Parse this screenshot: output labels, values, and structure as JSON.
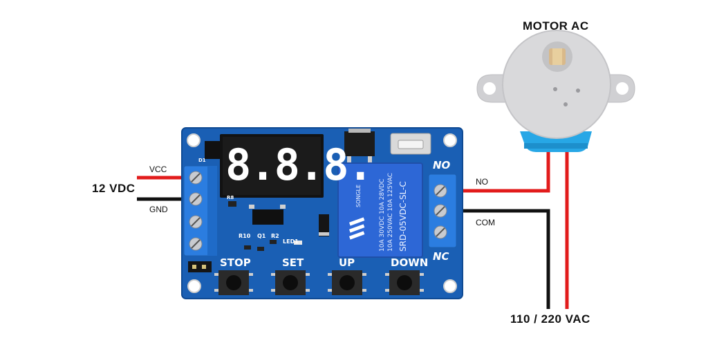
{
  "diagram": {
    "motor_label": "MOTOR AC",
    "supply_label": "12 VDC",
    "vcc_label": "VCC",
    "gnd_label": "GND",
    "no_wire_label": "NO",
    "com_wire_label": "COM",
    "ac_label": "110 / 220 VAC"
  },
  "board": {
    "buttons": [
      "STOP",
      "SET",
      "UP",
      "DOWN"
    ],
    "terminal_no": "NO",
    "terminal_nc": "NC",
    "display": "8.8.8.",
    "relay_model": "SRD-05VDC-SL-C",
    "relay_brand": "SONGLE",
    "relay_rating_1": "10A 250VAC  10A 125VAC",
    "relay_rating_2": "10A 30VDC  10A 28VDC",
    "silk": {
      "r10": "R10",
      "q1": "Q1",
      "r2": "R2",
      "led1": "LED1",
      "d1": "D1",
      "r8": "R8"
    }
  },
  "colors": {
    "pcb": "#1a5fb4",
    "pcb_dark": "#0f4a93",
    "terminal": "#2b7de0",
    "wire_red": "#e21b1b",
    "wire_black": "#111111",
    "motor_body": "#d7d7d9",
    "motor_base": "#27a7e6",
    "display_digit": "#ffffff",
    "relay_body": "#2d67d6"
  },
  "icons": [
    "relay-icon",
    "seven-segment-display-icon",
    "motor-icon",
    "screw-terminal-icon",
    "micro-usb-icon",
    "push-button-icon"
  ]
}
